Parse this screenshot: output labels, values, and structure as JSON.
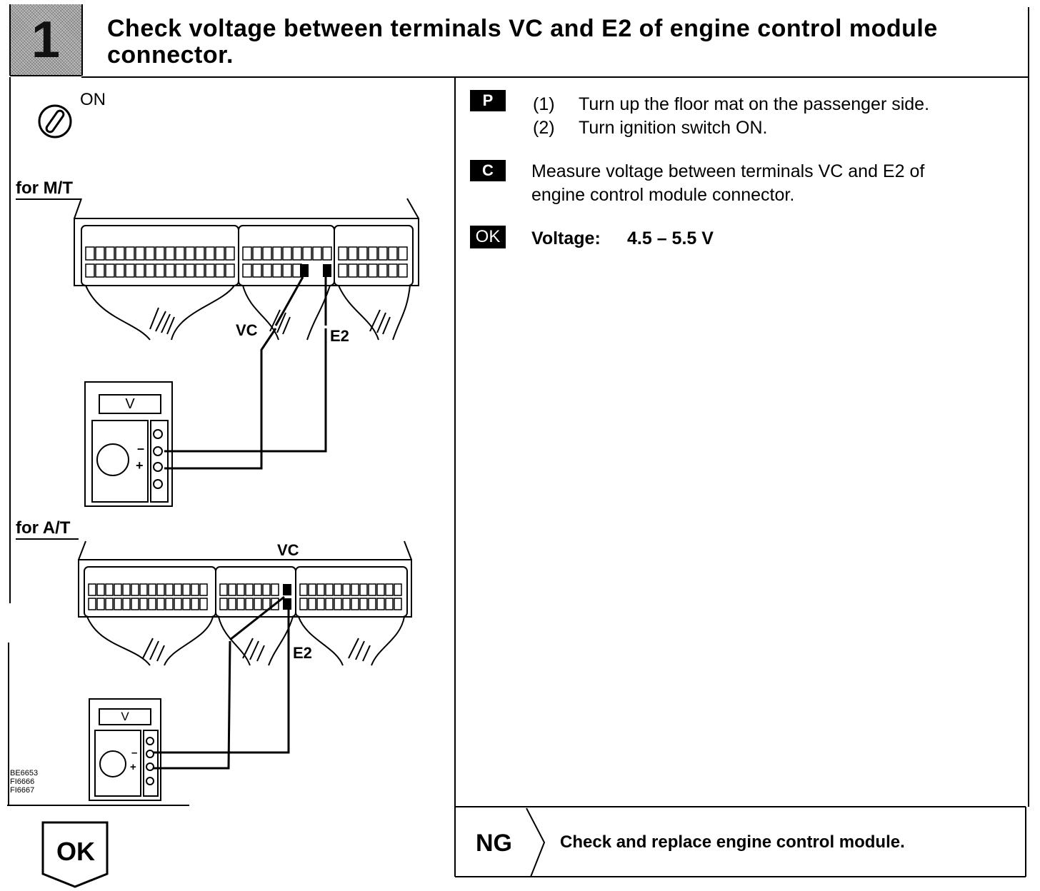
{
  "step": {
    "number": "1"
  },
  "title": "Check voltage between terminals VC and E2 of engine control module connector.",
  "figure": {
    "switch_label": "ON",
    "mt_label": "for M/T",
    "at_label": "for A/T",
    "vc_label": "VC",
    "e2_label": "E2",
    "at_vc_label": "VC",
    "at_e2_label": "E2",
    "meter_label": "V",
    "minus": "–",
    "plus": "+",
    "figure_ids": [
      "BE6653",
      "FI6666",
      "FI6667"
    ]
  },
  "instructions": {
    "prep_badge": "P",
    "prep_steps": [
      {
        "num": "(1)",
        "text": "Turn up the floor mat on the passenger side."
      },
      {
        "num": "(2)",
        "text": "Turn ignition switch ON."
      }
    ],
    "check_badge": "C",
    "check_text_1": "Measure voltage between terminals VC and E2 of",
    "check_text_2": "engine control module connector.",
    "ok_badge": "OK",
    "ok_label": "Voltage:",
    "ok_value": "4.5 – 5.5 V"
  },
  "result": {
    "ok_label": "OK",
    "ng_label": "NG",
    "ng_text": "Check and replace engine control module."
  }
}
